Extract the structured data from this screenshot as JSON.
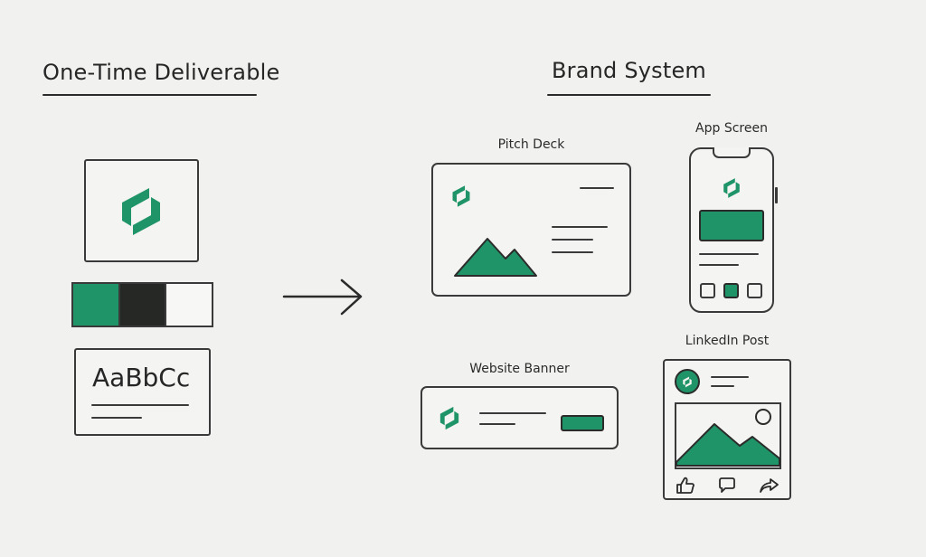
{
  "left": {
    "heading": "One-Time Deliverable",
    "swatches": [
      "#1f9468",
      "#262826",
      "#f7f7f5"
    ],
    "type_sample": "AaBbCc"
  },
  "right": {
    "heading": "Brand System",
    "pitch_deck": {
      "label": "Pitch Deck"
    },
    "app_screen": {
      "label": "App Screen"
    },
    "website_banner": {
      "label": "Website Banner"
    },
    "linkedin_post": {
      "label": "LinkedIn Post"
    }
  },
  "colors": {
    "brand_green": "#1f9468",
    "ink": "#2b2b2b",
    "background": "#f1f1ef"
  },
  "icons": [
    "brand-logo-icon",
    "mountain-image-icon",
    "sun-icon",
    "like-icon",
    "comment-icon",
    "share-icon",
    "arrow-right-icon"
  ]
}
